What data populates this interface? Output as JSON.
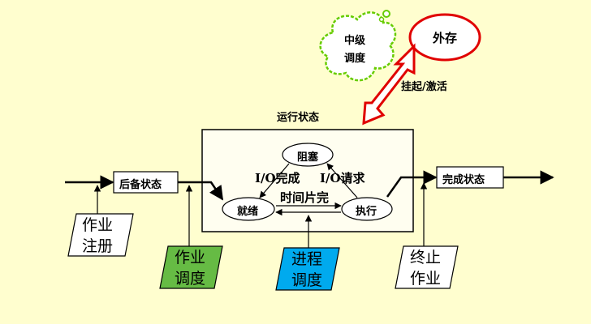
{
  "top": {
    "cloud_label": "中级\n调度",
    "external_storage": "外存",
    "suspend_activate": "挂起/激活",
    "running_states_title": "运行状态"
  },
  "states": {
    "blocked": "阻塞",
    "ready": "就绪",
    "running": "执行",
    "io_complete": "I/O完成",
    "io_request": "I/O请求",
    "time_slice": "时间片完"
  },
  "flow": {
    "backup_state": "后备状态",
    "done_state": "完成状态"
  },
  "schedulers": {
    "job_register": "作业\n注册",
    "job_schedule": "作业\n调度",
    "process_schedule": "进程\n调度",
    "job_terminate": "终止\n作业"
  },
  "colors": {
    "background": "#fffecf",
    "cloud": "#66cc00",
    "red_accent": "#e00000",
    "job_schedule_fill": "#66bb44",
    "process_schedule_fill": "#00aaee"
  }
}
